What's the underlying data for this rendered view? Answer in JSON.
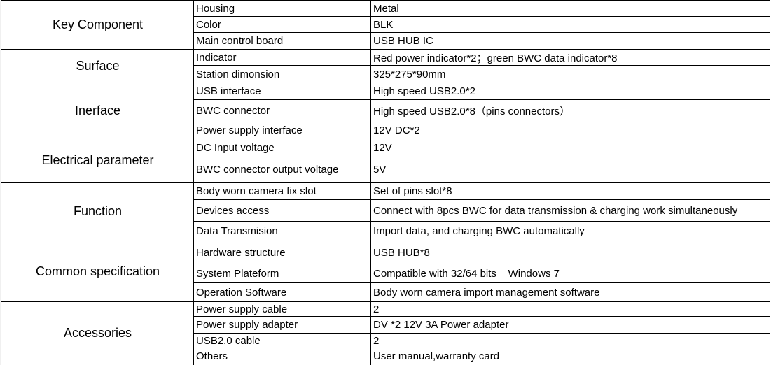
{
  "table": {
    "groups": [
      {
        "category": "Key Component",
        "rows": [
          {
            "item": "Housing",
            "value": "Metal"
          },
          {
            "item": "Color",
            "value": "BLK"
          },
          {
            "item": "Main control board",
            "value": "USB HUB IC"
          }
        ]
      },
      {
        "category": "Surface",
        "rows": [
          {
            "item": "Indicator",
            "value": "Red power indicator*2；green BWC data indicator*8"
          },
          {
            "item": "Station dimonsion",
            "value": "325*275*90mm"
          }
        ]
      },
      {
        "category": "Inerface",
        "rows": [
          {
            "item": "USB interface",
            "value": "High speed USB2.0*2"
          },
          {
            "item": "BWC connector",
            "value": "High speed USB2.0*8（pins connectors）"
          },
          {
            "item": "Power supply interface",
            "value": "12V DC*2"
          }
        ]
      },
      {
        "category": "Electrical parameter",
        "rows": [
          {
            "item": "DC Input voltage",
            "value": "12V"
          },
          {
            "item": "BWC connector output voltage",
            "value": "5V"
          }
        ]
      },
      {
        "category": "Function",
        "rows": [
          {
            "item": "Body worn camera fix slot",
            "value": "Set of pins slot*8"
          },
          {
            "item": "Devices access",
            "value": "Connect with 8pcs BWC for data transmission & charging work simultaneously"
          },
          {
            "item": "Data Transmision",
            "value": "Import data,  and charging BWC automatically"
          }
        ]
      },
      {
        "category": "Common specification",
        "rows": [
          {
            "item": "Hardware structure",
            "value": "USB HUB*8"
          },
          {
            "item": "System Plateform",
            "value": "Compatible with 32/64 bits    Windows 7"
          },
          {
            "item": "Operation Software",
            "value": "Body worn camera import management software"
          }
        ]
      },
      {
        "category": "Accessories",
        "rows": [
          {
            "item": "Power supply cable",
            "value": "2"
          },
          {
            "item": "Power supply adapter",
            "value": "DV *2 12V 3A Power adapter"
          },
          {
            "item": "USB2.0 cable",
            "value": "2"
          },
          {
            "item": "Others",
            "value": "User manual,warranty card"
          }
        ]
      }
    ]
  }
}
